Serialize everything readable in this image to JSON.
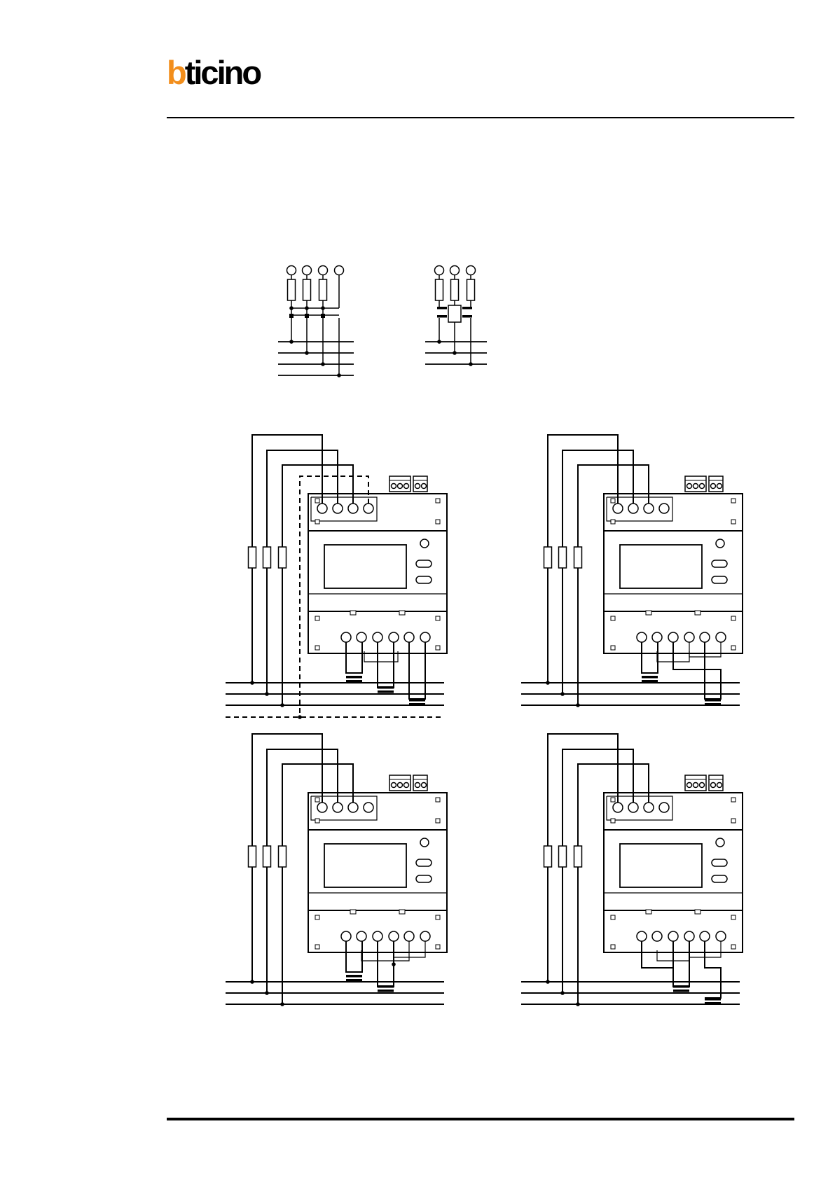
{
  "brand": {
    "logo_text": "bticino",
    "logo_accent": "#f28e1c",
    "logo_color": "#000000"
  },
  "colors": {
    "line": "#000000",
    "background": "#ffffff"
  },
  "diagram": {
    "schematics": [
      {
        "id": "schematic-3ph-4w",
        "voltage_terminals": 4,
        "phase_lines": 4
      },
      {
        "id": "schematic-3ph-3w",
        "voltage_terminals": 3,
        "phase_lines": 3
      }
    ],
    "wiring_panels": [
      {
        "id": "panel-top-left",
        "neutral_dashed": true,
        "current_transformers": 3
      },
      {
        "id": "panel-top-right",
        "neutral_dashed": false,
        "current_transformers": 2
      },
      {
        "id": "panel-bottom-left",
        "neutral_dashed": false,
        "current_transformers": 2
      },
      {
        "id": "panel-bottom-right",
        "neutral_dashed": false,
        "current_transformers": 2
      }
    ]
  }
}
